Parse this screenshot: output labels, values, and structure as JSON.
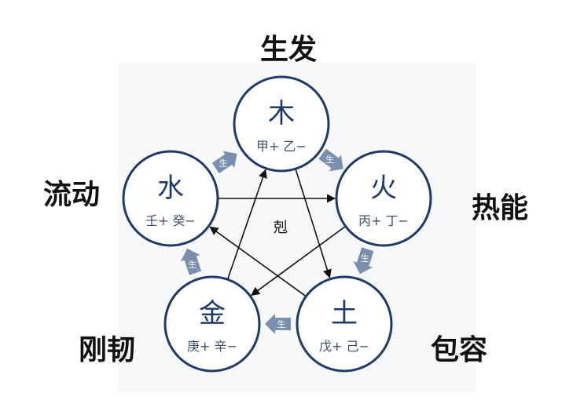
{
  "diagram": {
    "colors": {
      "circle_border": "#1f3a68",
      "element_text": "#1f3a68",
      "stem_text": "#3d4f6b",
      "arrow_fill": "#7a8fae",
      "arrow_text": "#ffffff",
      "ke_line": "#111111",
      "background_panel": "#f7f8fa"
    },
    "elements": [
      {
        "id": "wood",
        "name": "木",
        "stems": "甲+ 乙−",
        "quality": "生发"
      },
      {
        "id": "fire",
        "name": "火",
        "stems": "丙+ 丁−",
        "quality": "热能"
      },
      {
        "id": "earth",
        "name": "土",
        "stems": "戊+ 己−",
        "quality": "包容"
      },
      {
        "id": "metal",
        "name": "金",
        "stems": "庚+ 辛−",
        "quality": "刚韧"
      },
      {
        "id": "water",
        "name": "水",
        "stems": "壬+ 癸−",
        "quality": "流动"
      }
    ],
    "generate_label": "生",
    "control_label": "剋"
  }
}
